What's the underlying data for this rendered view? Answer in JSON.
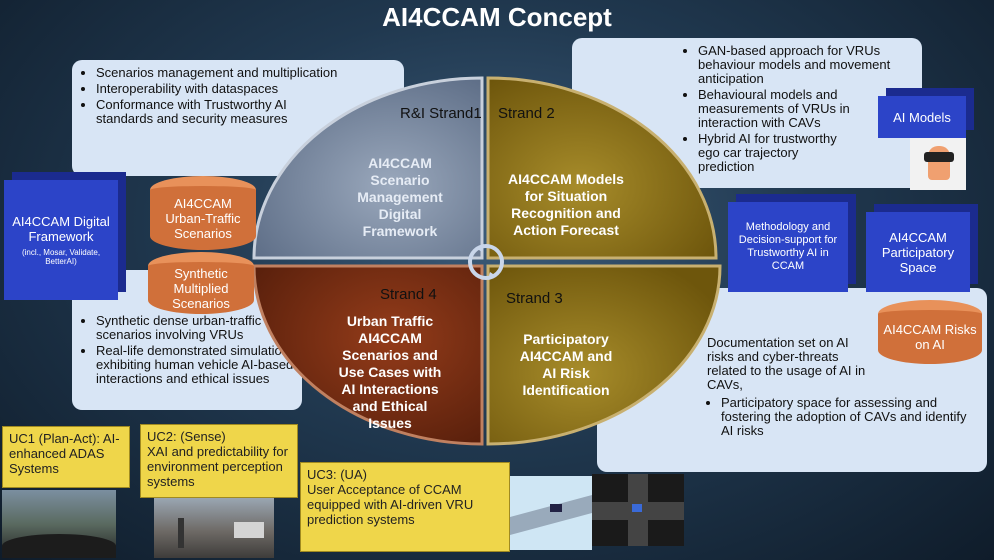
{
  "title": "AI4CCAM Concept",
  "top_left_panel": {
    "bullets": [
      "Scenarios management and multiplication",
      "Interoperability with dataspaces",
      "Conformance with Trustworthy AI standards and security measures"
    ]
  },
  "bottom_left_panel": {
    "bullets": [
      "Synthetic dense urban-traffic scenarios involving VRUs",
      "Real-life demonstrated simulations exhibiting human vehicle AI-based interactions and ethical issues"
    ]
  },
  "top_right_panel": {
    "bullets": [
      "GAN-based approach for VRUs behaviour models and movement anticipation",
      "Behavioural models and measurements of VRUs in interaction with CAVs",
      "Hybrid AI for trustworthy ego car trajectory prediction"
    ]
  },
  "bottom_right_panel": {
    "lead": "Documentation set on AI risks and cyber-threats related to the usage of AI in CAVs,",
    "bullet": "Participatory space for assessing and fostering the adoption of CAVs and identify AI risks"
  },
  "digital_framework": {
    "title": "AI4CCAM Digital Framework",
    "sub": "(incl., Mosar, Validate, BetterAI)"
  },
  "cylinders": {
    "urban": "AI4CCAM Urban-Traffic Scenarios",
    "synthetic": "Synthetic Multiplied Scenarios",
    "risks": "AI4CCAM Risks on AI"
  },
  "blue_boxes": {
    "ai_models": "AI Models",
    "methodology": "Methodology and Decision-support for Trustworthy AI in CCAM",
    "participatory": "AI4CCAM Participatory Space"
  },
  "strands": {
    "s1_label": "R&I Strand1",
    "s1_text": [
      "AI4CCAM",
      "Scenario",
      "Management",
      "Digital",
      "Framework"
    ],
    "s2_label": "Strand 2",
    "s2_text": [
      "AI4CCAM Models",
      "for Situation",
      "Recognition and",
      "Action Forecast"
    ],
    "s3_label": "Strand 3",
    "s3_text": [
      "Participatory",
      "AI4CCAM and",
      "AI Risk",
      "Identification"
    ],
    "s4_label": "Strand 4",
    "s4_text": [
      "Urban Traffic",
      "AI4CCAM",
      "Scenarios and",
      "Use Cases  with",
      "AI Interactions",
      "and Ethical",
      "Issues"
    ]
  },
  "use_cases": {
    "uc1": "UC1 (Plan-Act): AI-enhanced ADAS Systems",
    "uc2_title": "UC2: (Sense)",
    "uc2_body": "XAI and predictability for environment perception systems",
    "uc3_title": "UC3: (UA)",
    "uc3_body": "User Acceptance of CCAM equipped with AI-driven VRU prediction systems"
  },
  "colors": {
    "strand1": "#7e8ea6",
    "strand2": "#8a6d12",
    "strand3": "#8a6d12",
    "strand4": "#7a2e12",
    "box_blue": "#2c44c8",
    "cylinder": "#d0703a",
    "use_case": "#efd64a"
  }
}
